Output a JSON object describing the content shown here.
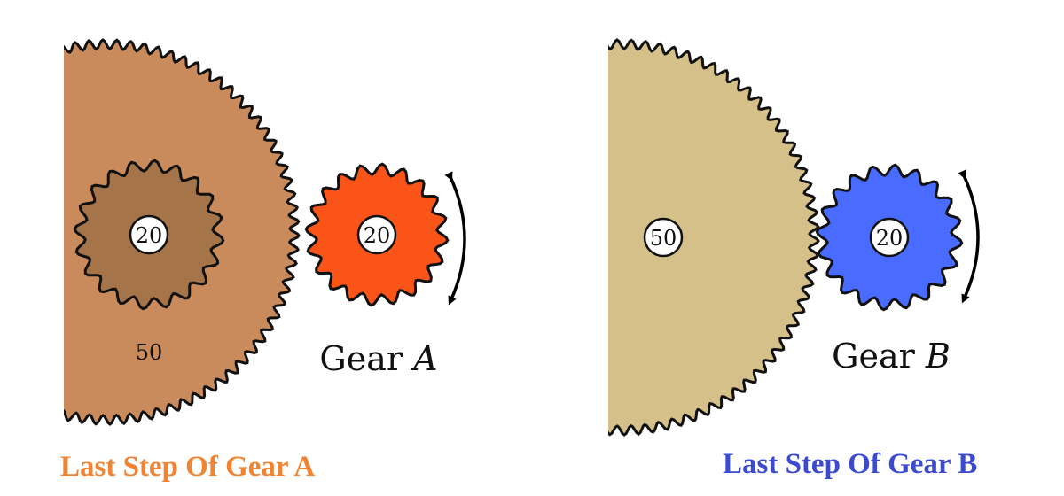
{
  "panels": [
    {
      "big_gear_teeth": "50",
      "small_gear_teeth": "20",
      "driver_gear_teeth": "20",
      "gear_label_word": "Gear",
      "gear_label_letter": "A",
      "caption": "Last Step Of Gear A"
    },
    {
      "big_gear_teeth": "50",
      "driver_gear_teeth": "20",
      "gear_label_word": "Gear",
      "gear_label_letter": "B",
      "caption": "Last Step Of Gear B"
    }
  ],
  "colors": {
    "gear_a_big": "#c98a5c",
    "gear_a_small": "#a57448",
    "gear_a_back": "#d9c38a",
    "gear_a_driver": "#fa5418",
    "gear_b_big": "#d6c08a",
    "gear_b_driver": "#4a6bff",
    "caption_a": "#f08432",
    "caption_b": "#3c4ad0"
  }
}
